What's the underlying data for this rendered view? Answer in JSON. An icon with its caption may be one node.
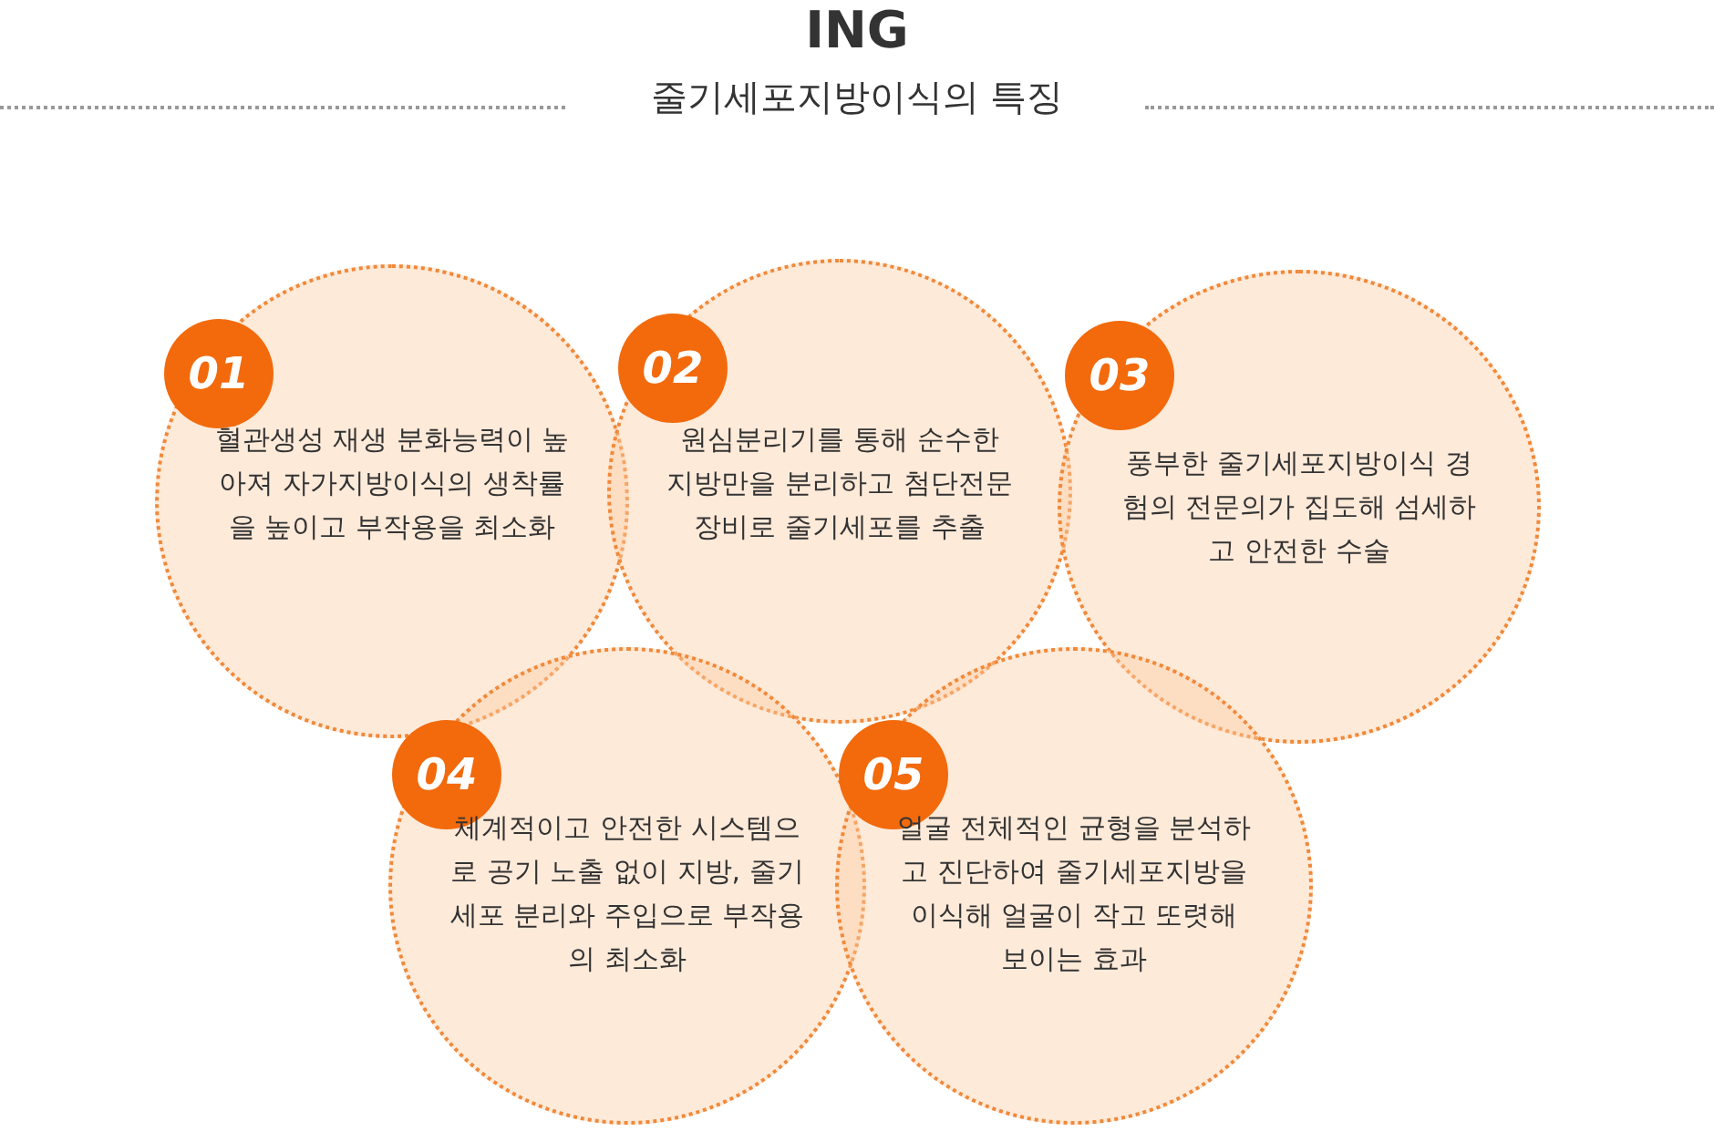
{
  "diagram": {
    "title": "ING",
    "nodes": [
      {
        "text": [
          "01",
          "혈관생성 재생 분화능력이 높아져 자가지방이식의 생착률을 높이고 부작용을 최소화"
        ]
      },
      {
        "text": [
          "02",
          "원심분리기를 통해 순수한 지방만을 분리하고 첨단전문장비로 줄기세포를 추출"
        ]
      },
      {
        "text": [
          "03",
          "풍부한 줄기세포지방이식 경험의 전문의가 집도해 섬세하고 안전한 수술"
        ]
      },
      {
        "text": [
          "04",
          "체계적이고 안전한 시스템으로 공기 노출 없이 지방, 줄기세포 분리와 주입으로 부작용의 최소화"
        ]
      },
      {
        "text": [
          "05",
          "얼굴 전체적인 균형을 분석하고 진단하여 줄기세포지방을 이식해 얼굴이 작고 또렷해 보이는 효과"
        ]
      }
    ],
    "labels": [
      "줄기세포지방이식의 특징"
    ]
  }
}
